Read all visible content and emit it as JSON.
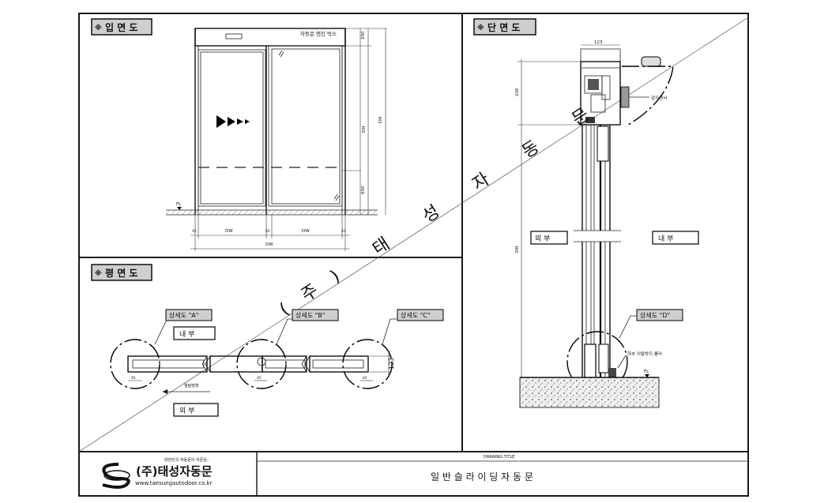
{
  "panels": {
    "elevation": {
      "title": "입 면 도",
      "marker": "※"
    },
    "section": {
      "title": "단 면 도",
      "marker": "※"
    },
    "plan": {
      "title": "평 면 도",
      "marker": "※"
    }
  },
  "elevation": {
    "transom_label": "자동문 엔진 박스",
    "dim_top": "200",
    "dim_right_1": "DH",
    "dim_right_2": "DH",
    "dim_bottom_right": "600",
    "dim_w1": "DW",
    "dim_w2": "DW",
    "dim_total": "DW",
    "dim_small_1": "45",
    "dim_small_2": "45",
    "dim_small_3": "45",
    "floor_level": "FL"
  },
  "plan": {
    "detail_a": "상세도 \"A\"",
    "detail_b": "상세도 \"B\"",
    "detail_c": "상세도 \"C\"",
    "inside": "내   부",
    "outside": "외   부",
    "open_direction": "열림방향",
    "dim_depth": "123",
    "dim_a": "45",
    "dim_b": "45",
    "dim_c": "45"
  },
  "section": {
    "dim_width": "123",
    "dim_height_top": "200",
    "dim_height": "DH",
    "sensor_label": "감지센서",
    "outside": "외   부",
    "inside": "내   부",
    "detail_d": "상세도 \"D\"",
    "roller_label": "하부 이탈방지 롤러",
    "floor_level": "FL"
  },
  "watermark": {
    "text": "(주) 태 성 자 동 문"
  },
  "title_block": {
    "company_small": "대한민국 자동문의 자존심..",
    "company_name": "(주)태성자동문",
    "company_url": "www.taesungautodoor.co.kr",
    "drawing_title_label": "DRAWING TITLE",
    "drawing_title": "일 반 슬 라 이 딩 자 동 문"
  },
  "colors": {
    "line": "#000000",
    "paper": "#ffffff",
    "ground": "#d8d8d8"
  }
}
